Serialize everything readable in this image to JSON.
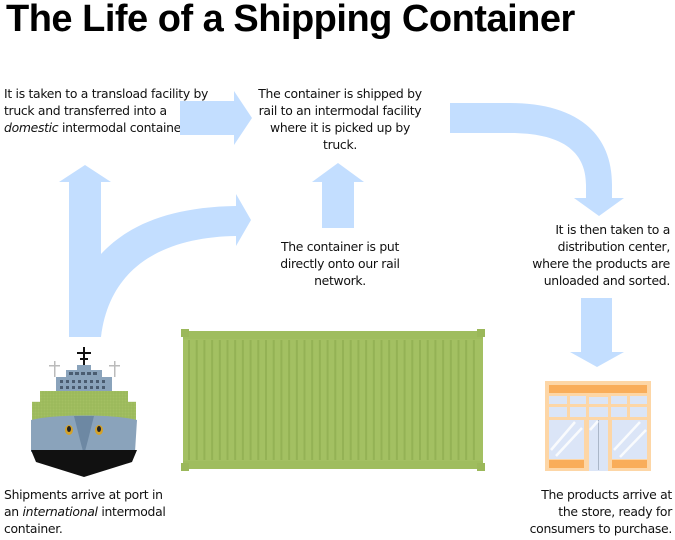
{
  "title": "The Life of a Shipping Container",
  "colors": {
    "arrow": "#c3deff",
    "container_green": "#a3c062",
    "container_rib": "#8fae52",
    "ship_hull": "#8aa3bb",
    "ship_dark": "#111111",
    "store_frame": "#fdd6a6",
    "store_band": "#f9ad5a",
    "store_glass": "#dbe5f7"
  },
  "steps": {
    "arrive": {
      "pre": "Shipments arrive at port in an ",
      "emph": "international",
      "post": " intermodal container."
    },
    "transload": {
      "pre": "It is taken to a transload facility by truck and transferred into a ",
      "emph": "domestic",
      "post": " intermodal container."
    },
    "direct_rail": "The container is put directly onto our rail network.",
    "shipped_rail": "The container is shipped by rail to an intermodal facility where it is picked up by truck.",
    "distribution": "It is then taken to a distribution center, where the products are unloaded and sorted.",
    "store": "The products arrive at the store, ready for consumers to purchase."
  },
  "icons": {
    "ship": "cargo-ship-icon",
    "container": "shipping-container-icon",
    "store": "storefront-icon"
  }
}
